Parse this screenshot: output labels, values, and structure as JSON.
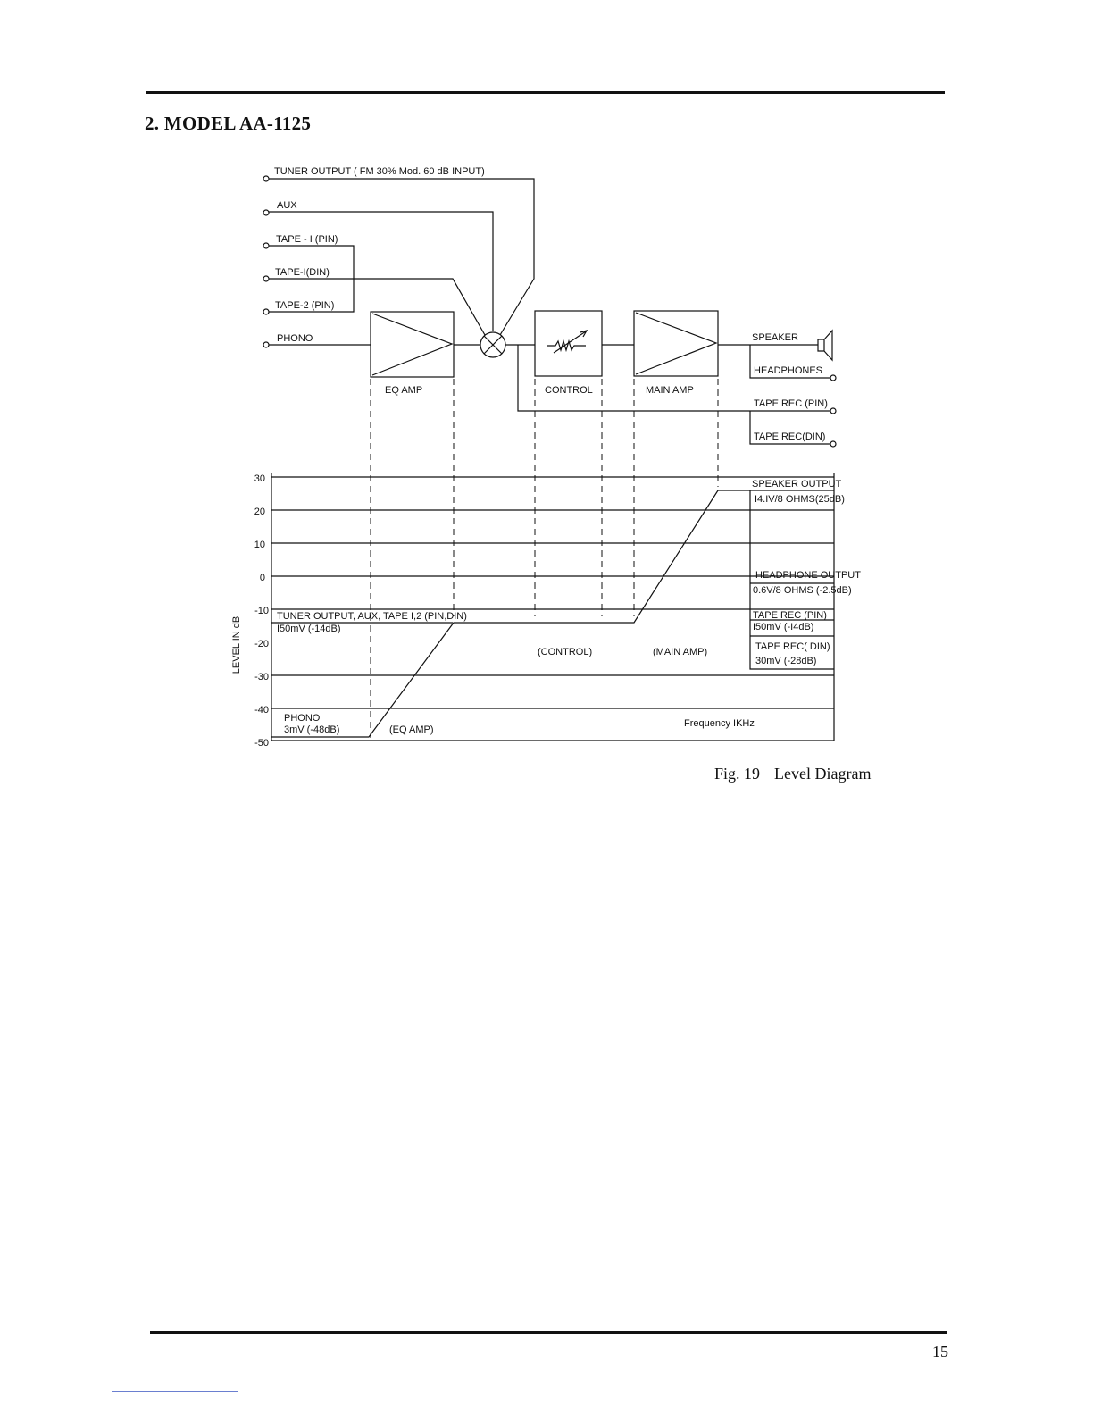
{
  "header": {
    "title": "2. MODEL AA-1125"
  },
  "inputs": [
    "TUNER  OUTPUT  ( FM 30% Mod. 60 dB INPUT)",
    "AUX",
    "TAPE - I (PIN)",
    "TAPE-I(DIN)",
    "TAPE-2 (PIN)",
    "PHONO"
  ],
  "blocks": {
    "eq_amp": "EQ AMP",
    "control": "CONTROL",
    "main_amp": "MAIN AMP"
  },
  "outputs": {
    "speaker": "SPEAKER",
    "headphones": "HEADPHONES",
    "tape_rec_pin": "TAPE REC (PIN)",
    "tape_rec_din": "TAPE  REC(DIN)"
  },
  "level_chart": {
    "ylabel": "LEVEL IN dB",
    "y_ticks": [
      "30",
      "20",
      "10",
      "0",
      "-10",
      "-20",
      "-30",
      "-40",
      "-50"
    ],
    "stage_labels": {
      "control": "(CONTROL)",
      "main_amp": "(MAIN AMP)",
      "eq_amp": "(EQ  AMP)"
    },
    "frequency_label": "Frequency   IKHz",
    "annotations": {
      "line_input_1": "TUNER OUTPUT, AUX,  TAPE I,2 (PIN,DIN)",
      "line_input_2": "I50mV (-14dB)",
      "phono_1": "PHONO",
      "phono_2": "3mV (-48dB)",
      "speaker_1": "SPEAKER  OUTPUT",
      "speaker_2": "I4.IV/8  OHMS(25dB)",
      "headphone_1": "HEADPHONE  OUTPUT",
      "headphone_2": "0.6V/8  OHMS (-2.5dB)",
      "tape_pin_1": "TAPE  REC (PIN)",
      "tape_pin_2": "I50mV (-I4dB)",
      "tape_din_1": "TAPE REC( DIN)",
      "tape_din_2": "30mV  (-28dB)"
    }
  },
  "caption": {
    "fig": "Fig. 19",
    "title": "Level Diagram"
  },
  "footer": {
    "page_number": "15"
  }
}
